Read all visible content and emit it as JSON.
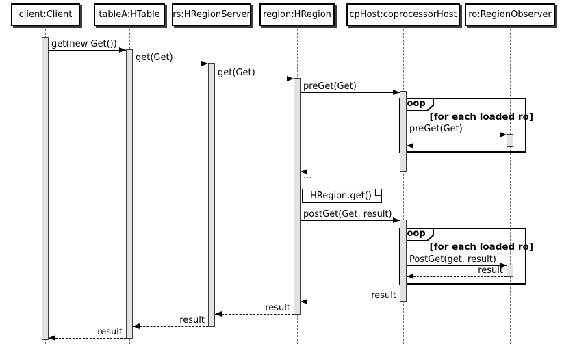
{
  "participants": [
    {
      "label": "client:Client"
    },
    {
      "label": "tableA:HTable"
    },
    {
      "label": "rs:HRegionServer"
    },
    {
      "label": "region:HRegion"
    },
    {
      "label": "cpHost:coprocessorHost"
    },
    {
      "label": "ro:RegionObserver"
    }
  ],
  "messages": [
    {
      "label": "get(new Get())",
      "from": "client:Client",
      "to": "tableA:HTable",
      "kind": "call"
    },
    {
      "label": "get(Get)",
      "from": "tableA:HTable",
      "to": "rs:HRegionServer",
      "kind": "call"
    },
    {
      "label": "get(Get)",
      "from": "rs:HRegionServer",
      "to": "region:HRegion",
      "kind": "call"
    },
    {
      "label": "preGet(Get)",
      "from": "region:HRegion",
      "to": "cpHost:coprocessorHost",
      "kind": "call"
    },
    {
      "label": "preGet(Get)",
      "from": "cpHost:coprocessorHost",
      "to": "ro:RegionObserver",
      "kind": "call"
    },
    {
      "label": "",
      "from": "ro:RegionObserver",
      "to": "cpHost:coprocessorHost",
      "kind": "return"
    },
    {
      "label": "",
      "from": "cpHost:coprocessorHost",
      "to": "region:HRegion",
      "kind": "return"
    },
    {
      "label": "postGet(Get, result)",
      "from": "region:HRegion",
      "to": "cpHost:coprocessorHost",
      "kind": "call"
    },
    {
      "label": "PostGet(get, result)",
      "from": "cpHost:coprocessorHost",
      "to": "ro:RegionObserver",
      "kind": "call"
    },
    {
      "label": "result",
      "from": "ro:RegionObserver",
      "to": "cpHost:coprocessorHost",
      "kind": "return"
    },
    {
      "label": "result",
      "from": "cpHost:coprocessorHost",
      "to": "region:HRegion",
      "kind": "return"
    },
    {
      "label": "result",
      "from": "region:HRegion",
      "to": "rs:HRegionServer",
      "kind": "return"
    },
    {
      "label": "result",
      "from": "rs:HRegionServer",
      "to": "tableA:HTable",
      "kind": "return"
    },
    {
      "label": "result",
      "from": "tableA:HTable",
      "to": "client:Client",
      "kind": "return"
    }
  ],
  "fragments": [
    {
      "keyword": "loop",
      "guard": "[for each loaded ro]"
    },
    {
      "keyword": "loop",
      "guard": "[for each loaded ro]"
    }
  ],
  "note": {
    "text": "HRegion.get()"
  },
  "ellipsis": "...",
  "colors": {
    "background": "#ffffff",
    "line": "#000000",
    "activation_fill": "#e2e2e2",
    "activation_border": "#3d3d3d",
    "box_shadow": "#3c3c3c",
    "lifeline": "#696969"
  }
}
